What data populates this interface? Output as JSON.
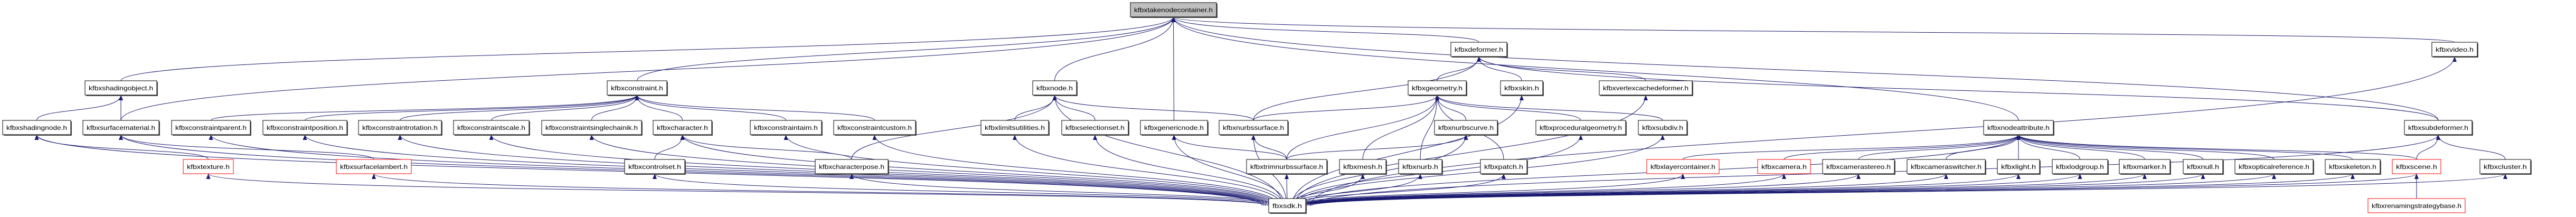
{
  "diagram": {
    "edge_color": "#191970",
    "highlight_node_fill": "#bfbfbf",
    "truncated_border_color": "#ff0000",
    "nodes": [
      {
        "id": "takenodecontainer",
        "label": "kfbxtakenodecontainer.h",
        "style": "gray"
      },
      {
        "id": "deformer",
        "label": "kfbxdeformer.h",
        "style": "normal"
      },
      {
        "id": "video",
        "label": "kfbxvideo.h",
        "style": "normal"
      },
      {
        "id": "shadingobject",
        "label": "kfbxshadingobject.h",
        "style": "normal"
      },
      {
        "id": "constraint",
        "label": "kfbxconstraint.h",
        "style": "normal"
      },
      {
        "id": "node",
        "label": "kfbxnode.h",
        "style": "normal"
      },
      {
        "id": "geometry",
        "label": "kfbxgeometry.h",
        "style": "normal"
      },
      {
        "id": "skin",
        "label": "kfbxskin.h",
        "style": "normal"
      },
      {
        "id": "vertexcachedeformer",
        "label": "kfbxvertexcachedeformer.h",
        "style": "normal"
      },
      {
        "id": "shadingnode",
        "label": "kfbxshadingnode.h",
        "style": "normal"
      },
      {
        "id": "surfacematerial",
        "label": "kfbxsurfacematerial.h",
        "style": "normal"
      },
      {
        "id": "constraintparent",
        "label": "kfbxconstraintparent.h",
        "style": "normal"
      },
      {
        "id": "constraintposition",
        "label": "kfbxconstraintposition.h",
        "style": "normal"
      },
      {
        "id": "constraintrotation",
        "label": "kfbxconstraintrotation.h",
        "style": "normal"
      },
      {
        "id": "constraintscale",
        "label": "kfbxconstraintscale.h",
        "style": "normal"
      },
      {
        "id": "constraintsinglechainik",
        "label": "kfbxconstraintsinglechainik.h",
        "style": "normal"
      },
      {
        "id": "character",
        "label": "kfbxcharacter.h",
        "style": "normal"
      },
      {
        "id": "constraintaim",
        "label": "kfbxconstraintaim.h",
        "style": "normal"
      },
      {
        "id": "constraintcustom",
        "label": "kfbxconstraintcustom.h",
        "style": "normal"
      },
      {
        "id": "limitutilities",
        "label": "kfbxlimitsutilities.h",
        "style": "normal"
      },
      {
        "id": "selectionset",
        "label": "kfbxselectionset.h",
        "style": "normal"
      },
      {
        "id": "genericnode",
        "label": "kfbxgenericnode.h",
        "style": "normal"
      },
      {
        "id": "nurbssurface",
        "label": "kfbxnurbssurface.h",
        "style": "normal"
      },
      {
        "id": "nurbscurve",
        "label": "kfbxnurbscurve.h",
        "style": "normal"
      },
      {
        "id": "proceduralgeometry",
        "label": "kfbxproceduralgeometry.h",
        "style": "normal"
      },
      {
        "id": "subdiv",
        "label": "kfbxsubdiv.h",
        "style": "normal"
      },
      {
        "id": "nodeattribute",
        "label": "kfbxnodeattribute.h",
        "style": "normal"
      },
      {
        "id": "subdeformer",
        "label": "kfbxsubdeformer.h",
        "style": "normal"
      },
      {
        "id": "texture",
        "label": "kfbxtexture.h",
        "style": "red"
      },
      {
        "id": "surfacelambert",
        "label": "kfbxsurfacelambert.h",
        "style": "red"
      },
      {
        "id": "controlset",
        "label": "kfbxcontrolset.h",
        "style": "normal"
      },
      {
        "id": "characterpose",
        "label": "kfbxcharacterpose.h",
        "style": "normal"
      },
      {
        "id": "trimnurbssurface",
        "label": "kfbxtrimnurbssurface.h",
        "style": "normal"
      },
      {
        "id": "mesh",
        "label": "kfbxmesh.h",
        "style": "normal"
      },
      {
        "id": "nurb",
        "label": "kfbxnurb.h",
        "style": "normal"
      },
      {
        "id": "patch",
        "label": "kfbxpatch.h",
        "style": "normal"
      },
      {
        "id": "layercontainer",
        "label": "kfbxlayercontainer.h",
        "style": "red"
      },
      {
        "id": "camera",
        "label": "kfbxcamera.h",
        "style": "red"
      },
      {
        "id": "camerastereo",
        "label": "kfbxcamerastereo.h",
        "style": "normal"
      },
      {
        "id": "cameraswitcher",
        "label": "kfbxcameraswitcher.h",
        "style": "normal"
      },
      {
        "id": "light",
        "label": "kfbxlight.h",
        "style": "normal"
      },
      {
        "id": "lodgroup",
        "label": "kfbxlodgroup.h",
        "style": "normal"
      },
      {
        "id": "marker",
        "label": "kfbxmarker.h",
        "style": "normal"
      },
      {
        "id": "null",
        "label": "kfbxnull.h",
        "style": "normal"
      },
      {
        "id": "opticalreference",
        "label": "kfbxopticalreference.h",
        "style": "normal"
      },
      {
        "id": "skeleton",
        "label": "kfbxskeleton.h",
        "style": "normal"
      },
      {
        "id": "scene",
        "label": "kfbxscene.h",
        "style": "red"
      },
      {
        "id": "cluster",
        "label": "kfbxcluster.h",
        "style": "normal"
      },
      {
        "id": "fbxsdk",
        "label": "fbxsdk.h",
        "style": "normal"
      },
      {
        "id": "renamingstrategybase",
        "label": "kfbxrenamingstrategybase.h",
        "style": "red"
      }
    ],
    "edges": [
      [
        "shadingobject",
        "takenodecontainer"
      ],
      [
        "surfacematerial",
        "takenodecontainer"
      ],
      [
        "constraint",
        "takenodecontainer"
      ],
      [
        "node",
        "takenodecontainer"
      ],
      [
        "genericnode",
        "takenodecontainer"
      ],
      [
        "deformer",
        "takenodecontainer"
      ],
      [
        "video",
        "takenodecontainer"
      ],
      [
        "nodeattribute",
        "takenodecontainer"
      ],
      [
        "subdeformer",
        "takenodecontainer"
      ],
      [
        "shadingnode",
        "shadingobject"
      ],
      [
        "surfacematerial",
        "shadingobject"
      ],
      [
        "texture",
        "shadingnode"
      ],
      [
        "surfacelambert",
        "surfacematerial"
      ],
      [
        "constraintparent",
        "constraint"
      ],
      [
        "constraintposition",
        "constraint"
      ],
      [
        "constraintrotation",
        "constraint"
      ],
      [
        "constraintscale",
        "constraint"
      ],
      [
        "constraintsinglechainik",
        "constraint"
      ],
      [
        "character",
        "constraint"
      ],
      [
        "constraintaim",
        "constraint"
      ],
      [
        "constraintcustom",
        "constraint"
      ],
      [
        "controlset",
        "character"
      ],
      [
        "characterpose",
        "character"
      ],
      [
        "limitutilities",
        "node"
      ],
      [
        "selectionset",
        "node"
      ],
      [
        "nurbssurface",
        "node"
      ],
      [
        "characterpose",
        "node"
      ],
      [
        "geometry",
        "deformer"
      ],
      [
        "skin",
        "deformer"
      ],
      [
        "vertexcachedeformer",
        "deformer"
      ],
      [
        "nurbssurface",
        "deformer"
      ],
      [
        "subdeformer",
        "deformer"
      ],
      [
        "nurbssurface",
        "geometry"
      ],
      [
        "trimnurbssurface",
        "geometry"
      ],
      [
        "mesh",
        "geometry"
      ],
      [
        "nurb",
        "geometry"
      ],
      [
        "nurbscurve",
        "geometry"
      ],
      [
        "patch",
        "geometry"
      ],
      [
        "proceduralgeometry",
        "geometry"
      ],
      [
        "subdiv",
        "geometry"
      ],
      [
        "trimnurbssurface",
        "nurbssurface"
      ],
      [
        "trimnurbssurface",
        "genericnode"
      ],
      [
        "trimnurbssurface",
        "nurbscurve"
      ],
      [
        "camera",
        "nodeattribute"
      ],
      [
        "camerastereo",
        "nodeattribute"
      ],
      [
        "cameraswitcher",
        "nodeattribute"
      ],
      [
        "light",
        "nodeattribute"
      ],
      [
        "lodgroup",
        "nodeattribute"
      ],
      [
        "marker",
        "nodeattribute"
      ],
      [
        "null",
        "nodeattribute"
      ],
      [
        "opticalreference",
        "nodeattribute"
      ],
      [
        "skeleton",
        "nodeattribute"
      ],
      [
        "layercontainer",
        "nodeattribute"
      ],
      [
        "scene",
        "nodeattribute"
      ],
      [
        "scene",
        "subdeformer"
      ],
      [
        "cluster",
        "subdeformer"
      ],
      [
        "renamingstrategybase",
        "scene"
      ],
      [
        "fbxsdk",
        "shadingnode"
      ],
      [
        "fbxsdk",
        "surfacematerial"
      ],
      [
        "fbxsdk",
        "texture"
      ],
      [
        "fbxsdk",
        "surfacelambert"
      ],
      [
        "fbxsdk",
        "constraintparent"
      ],
      [
        "fbxsdk",
        "constraintposition"
      ],
      [
        "fbxsdk",
        "constraintrotation"
      ],
      [
        "fbxsdk",
        "constraintscale"
      ],
      [
        "fbxsdk",
        "constraintsinglechainik"
      ],
      [
        "fbxsdk",
        "character"
      ],
      [
        "fbxsdk",
        "controlset"
      ],
      [
        "fbxsdk",
        "characterpose"
      ],
      [
        "fbxsdk",
        "constraintaim"
      ],
      [
        "fbxsdk",
        "constraintcustom"
      ],
      [
        "fbxsdk",
        "node"
      ],
      [
        "fbxsdk",
        "limitutilities"
      ],
      [
        "fbxsdk",
        "selectionset"
      ],
      [
        "fbxsdk",
        "genericnode"
      ],
      [
        "fbxsdk",
        "nurbssurface"
      ],
      [
        "fbxsdk",
        "trimnurbssurface"
      ],
      [
        "fbxsdk",
        "mesh"
      ],
      [
        "fbxsdk",
        "nurb"
      ],
      [
        "fbxsdk",
        "nurbscurve"
      ],
      [
        "fbxsdk",
        "patch"
      ],
      [
        "fbxsdk",
        "proceduralgeometry"
      ],
      [
        "fbxsdk",
        "subdiv"
      ],
      [
        "fbxsdk",
        "skin"
      ],
      [
        "fbxsdk",
        "vertexcachedeformer"
      ],
      [
        "fbxsdk",
        "layercontainer"
      ],
      [
        "fbxsdk",
        "camera"
      ],
      [
        "fbxsdk",
        "camerastereo"
      ],
      [
        "fbxsdk",
        "cameraswitcher"
      ],
      [
        "fbxsdk",
        "light"
      ],
      [
        "fbxsdk",
        "lodgroup"
      ],
      [
        "fbxsdk",
        "marker"
      ],
      [
        "fbxsdk",
        "null"
      ],
      [
        "fbxsdk",
        "opticalreference"
      ],
      [
        "fbxsdk",
        "skeleton"
      ],
      [
        "fbxsdk",
        "scene"
      ],
      [
        "fbxsdk",
        "cluster"
      ],
      [
        "fbxsdk",
        "subdeformer"
      ],
      [
        "fbxsdk",
        "video"
      ],
      [
        "fbxsdk",
        "nodeattribute"
      ]
    ]
  }
}
